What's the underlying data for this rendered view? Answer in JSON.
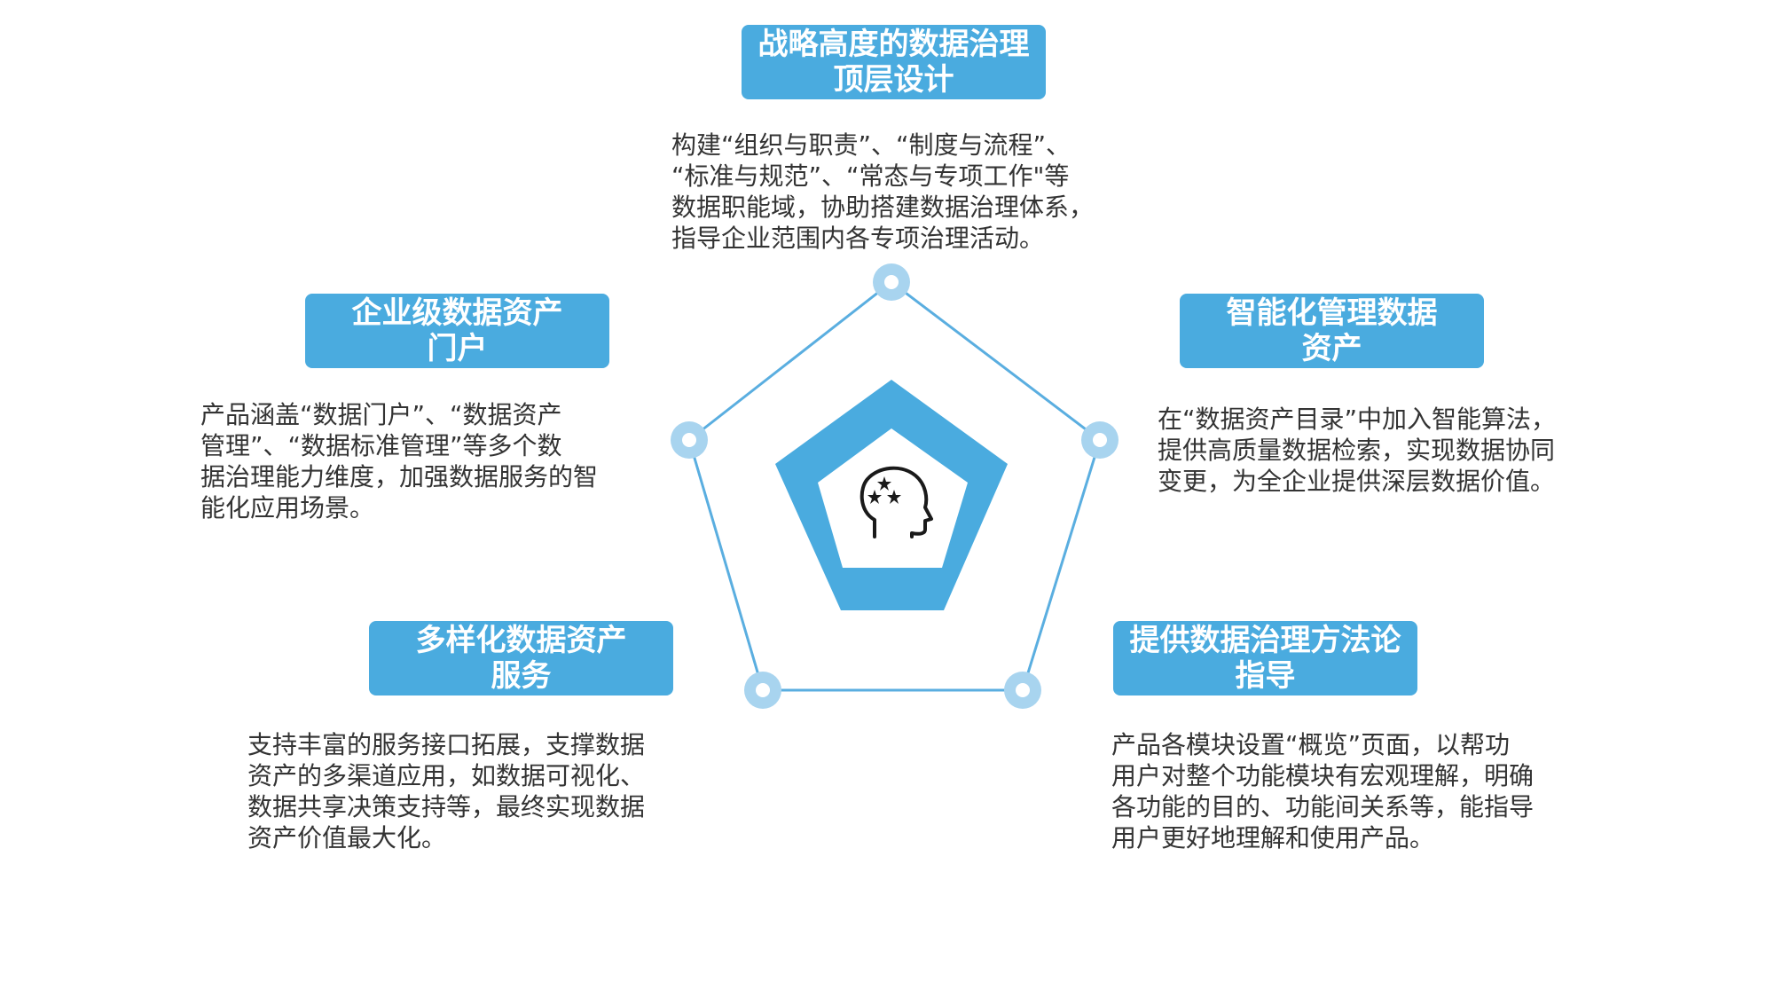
{
  "nodes": [
    {
      "id": "top",
      "title": [
        "战略高度的数据治理",
        "顶层设计"
      ],
      "desc": [
        "构建“组织与职责”、“制度与流程”、",
        "“标准与规范”、“常态与专项工作\"等",
        "数据职能域，协助搭建数据治理体系，",
        "指导企业范围内各专项治理活动。"
      ]
    },
    {
      "id": "upper-right",
      "title": [
        "智能化管理数据",
        "资产"
      ],
      "desc": [
        "在“数据资产目录”中加入智能算法，",
        "提供高质量数据检索，实现数据协同",
        "变更，为全企业提供深层数据价值。"
      ]
    },
    {
      "id": "upper-left",
      "title": [
        "企业级数据资产",
        "门户"
      ],
      "desc": [
        "产品涵盖“数据门户”、“数据资产",
        "管理”、“数据标准管理”等多个数",
        "据治理能力维度，加强数据服务的智",
        "能化应用场景。"
      ]
    },
    {
      "id": "lower-left",
      "title": [
        "多样化数据资产",
        "服务"
      ],
      "desc": [
        "支持丰富的服务接口拓展，支撑数据",
        "资产的多渠道应用，如数据可视化、",
        "数据共享决策支持等，最终实现数据",
        "资产价值最大化。"
      ]
    },
    {
      "id": "lower-right",
      "title": [
        "提供数据治理方法论",
        "指导"
      ],
      "desc": [
        "产品各模块设置“概览”页面，以帮功",
        "用户对整个功能模块有宏观理解，明确",
        "各功能的目的、功能间关系等，能指导",
        "用户更好地理解和使用产品。"
      ]
    }
  ],
  "center_icon": "head-with-stars-icon",
  "colors": {
    "accent": "#4aabdf",
    "outline": "#5aaee0",
    "dot_ring": "#a8d4ef",
    "text": "#333333"
  }
}
